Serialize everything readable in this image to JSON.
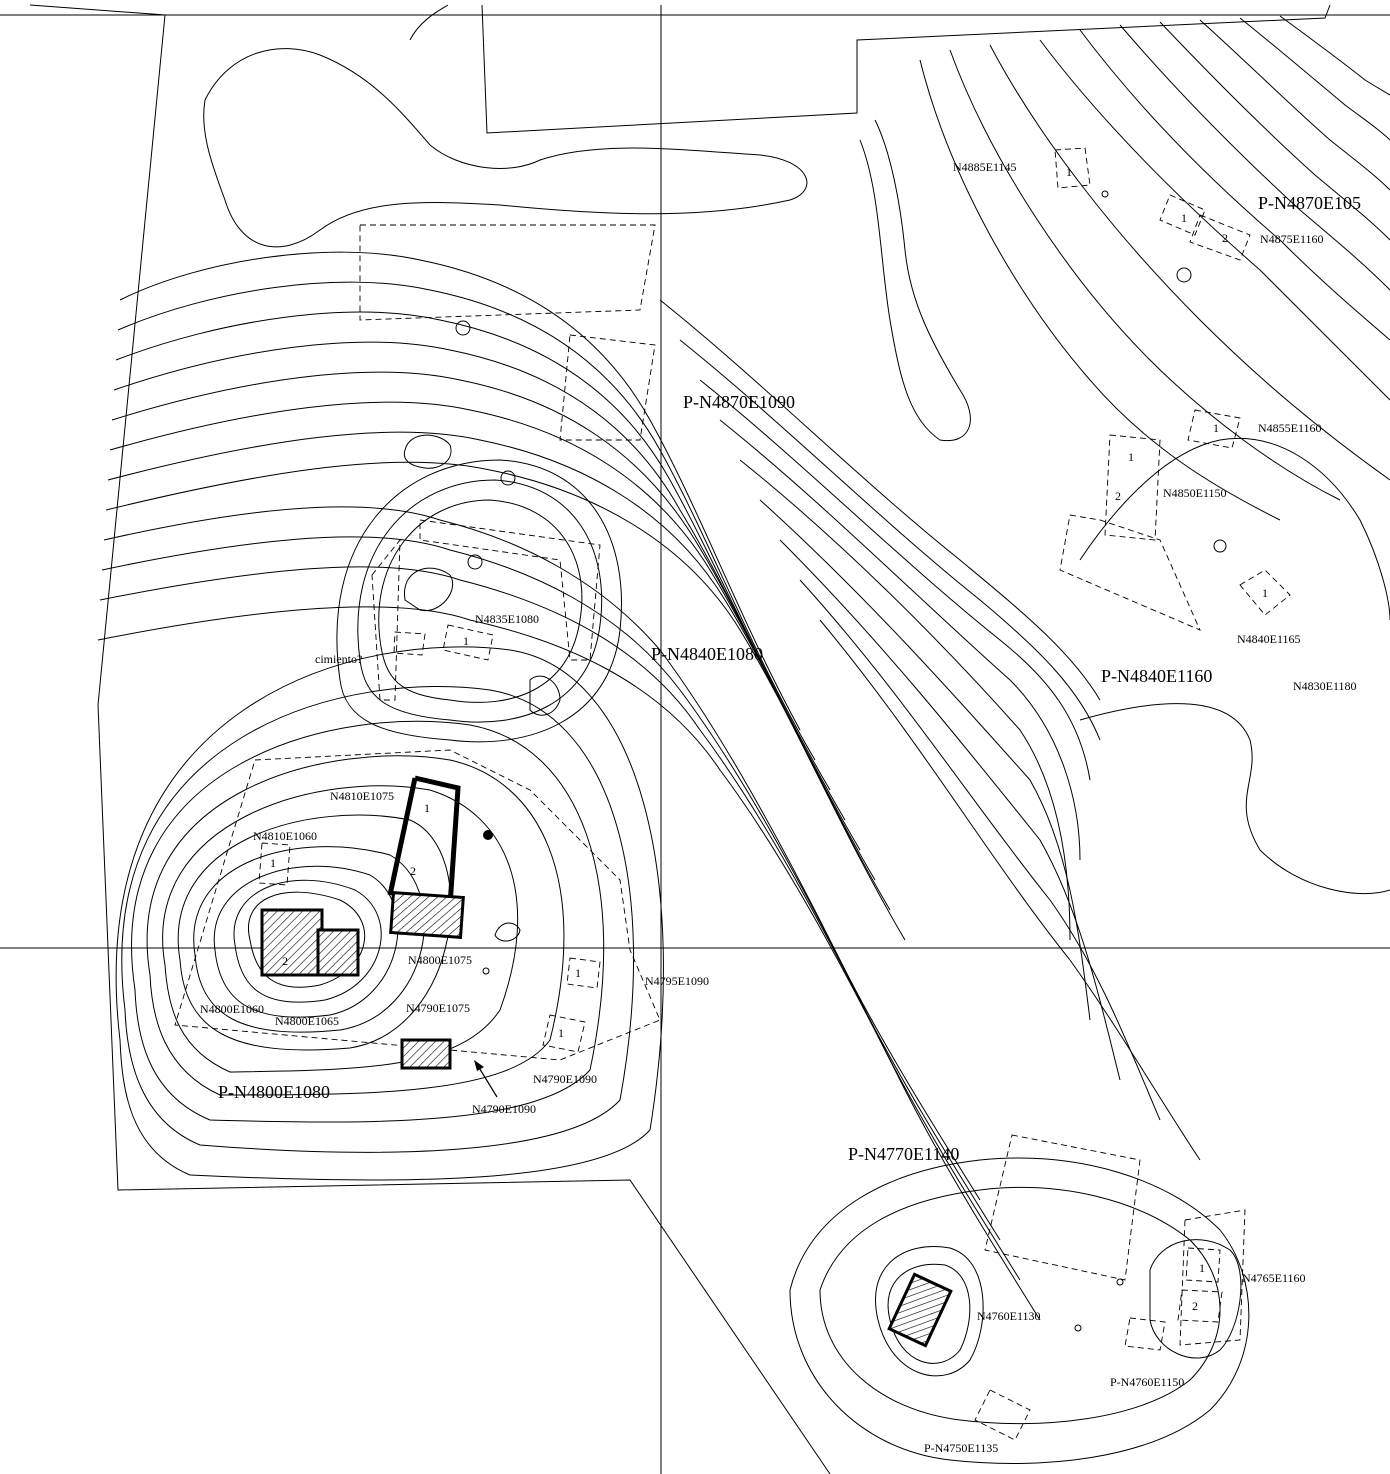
{
  "sectors": {
    "p_n4870e1090": "P-N4870E1090",
    "p_n4840e1080": "P-N4840E1080",
    "p_n4800e1080": "P-N4800E1080",
    "p_n4770e1140": "P-N4770E1140",
    "p_n4840e1160": "P-N4840E1160",
    "p_n4870e105": "P-N4870E105"
  },
  "units": {
    "n4885e1145": "N4885E1145",
    "n4875e1160": "N4875E1160",
    "n4855e1160": "N4855E1160",
    "n4850e1150": "N4850E1150",
    "n4840e1165": "N4840E1165",
    "n4830e1180": "N4830E1180",
    "n4835e1080": "N4835E1080",
    "cimiento": "cimiento?",
    "n4810e1075": "N4810E1075",
    "n4810e1060": "N4810E1060",
    "n4800e1075": "N4800E1075",
    "n4795e1090": "N4795E1090",
    "n4800e1060": "N4800E1060",
    "n4800e1065": "N4800E1065",
    "n4790e1075": "N4790E1075",
    "n4790e1090_a": "N4790E1090",
    "n4790e1090_b": "N4790E1090",
    "n4765e1160": "N4765E1160",
    "n4760e1130": "N4760E1130",
    "p_n4760e1150": "P-N4760E1150",
    "p_n4750e1135": "P-N4750E1135"
  },
  "room_numbers": {
    "one": "1",
    "two": "2"
  }
}
